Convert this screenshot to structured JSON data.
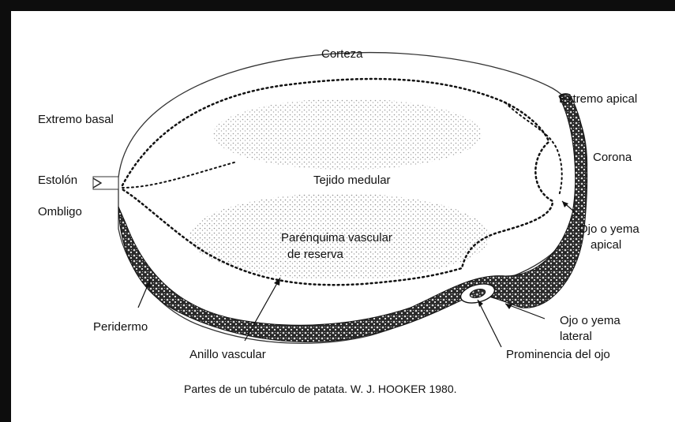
{
  "labels": {
    "corteza": "Corteza",
    "extremo_apical": "Extremo apical",
    "extremo_basal": "Extremo basal",
    "corona": "Corona",
    "estolon": "Estolón",
    "tejido_medular": "Tejido medular",
    "ombligo": "Ombligo",
    "ojo_apical_line1": "Ojo o yema",
    "ojo_apical_line2": "apical",
    "parenquima_line1": "Parénquima vascular",
    "parenquima_line2": "de reserva",
    "peridermo": "Peridermo",
    "ojo_lateral_line1": "Ojo o yema",
    "ojo_lateral_line2": "lateral",
    "anillo_vascular": "Anillo vascular",
    "prominencia": "Prominencia del ojo"
  },
  "caption": "Partes de un tubérculo de patata. W. J. HOOKER 1980."
}
